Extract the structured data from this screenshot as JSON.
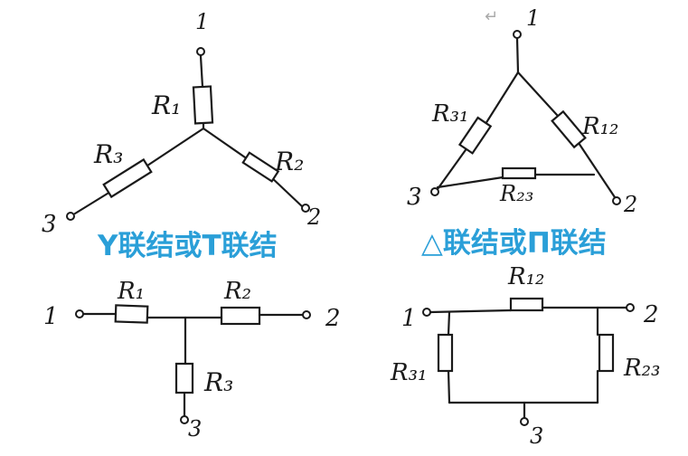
{
  "colors": {
    "ink": "#1a1a1a",
    "caption": "#2a9fd8",
    "return_mark": "#aaaaaa"
  },
  "return_mark": "↵",
  "y_star": {
    "n1": "1",
    "n2": "2",
    "n3": "3",
    "r1": "R₁",
    "r2": "R₂",
    "r3": "R₃",
    "caption": "Y联结或T联结"
  },
  "delta": {
    "n1": "1",
    "n2": "2",
    "n3": "3",
    "r12": "R₁₂",
    "r23": "R₂₃",
    "r31": "R₃₁",
    "caption": "△联结或Π联结"
  },
  "t_net": {
    "n1": "1",
    "n2": "2",
    "n3": "3",
    "r1": "R₁",
    "r2": "R₂",
    "r3": "R₃"
  },
  "pi_net": {
    "n1": "1",
    "n2": "2",
    "n3": "3",
    "r12": "R₁₂",
    "r23": "R₂₃",
    "r31": "R₃₁"
  }
}
